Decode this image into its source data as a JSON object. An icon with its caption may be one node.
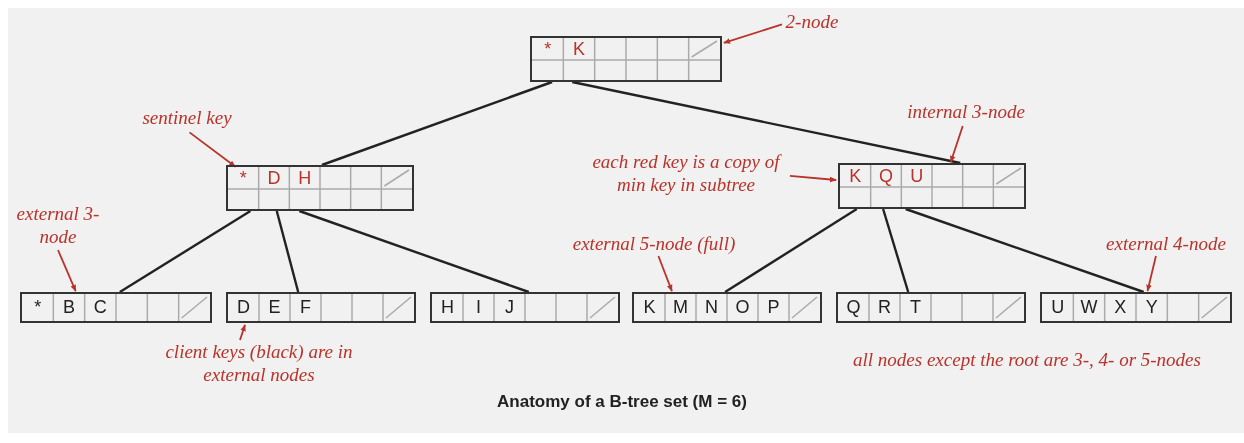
{
  "diagram": {
    "caption": "Anatomy of a B-tree set (M = 6)",
    "nodes": [
      {
        "text": [
          "*",
          "K"
        ]
      },
      {
        "text": [
          "*",
          "D",
          "H"
        ]
      },
      {
        "text": [
          "K",
          "Q",
          "U"
        ]
      },
      {
        "text": [
          "*",
          "B",
          "C"
        ]
      },
      {
        "text": [
          "D",
          "E",
          "F"
        ]
      },
      {
        "text": [
          "H",
          "I",
          "J"
        ]
      },
      {
        "text": [
          "K",
          "M",
          "N",
          "O",
          "P"
        ]
      },
      {
        "text": [
          "Q",
          "R",
          "T"
        ]
      },
      {
        "text": [
          "U",
          "W",
          "X",
          "Y"
        ]
      },
      {
        "text": [
          "2-node"
        ]
      },
      {
        "text": [
          "sentinel key"
        ]
      },
      {
        "text": [
          "internal 3-node"
        ]
      },
      {
        "text": [
          "each red key is a copy of min key in subtree"
        ]
      },
      {
        "text": [
          "external 3-node"
        ]
      },
      {
        "text": [
          "client keys (black) are in external nodes"
        ]
      },
      {
        "text": [
          "external 5-node (full)"
        ]
      },
      {
        "text": [
          "external 4-node"
        ]
      }
    ],
    "edges": [
      {
        "from": 0,
        "to": 1,
        "arrow": "none"
      },
      {
        "from": 0,
        "to": 2,
        "arrow": "none"
      },
      {
        "from": 1,
        "to": 3,
        "arrow": "none"
      },
      {
        "from": 1,
        "to": 4,
        "arrow": "none"
      },
      {
        "from": 1,
        "to": 5,
        "arrow": "none"
      },
      {
        "from": 2,
        "to": 6,
        "arrow": "none"
      },
      {
        "from": 2,
        "to": 7,
        "arrow": "none"
      },
      {
        "from": 2,
        "to": 8,
        "arrow": "none"
      },
      {
        "from": 9,
        "to": 0,
        "arrow": "to",
        "color": "#b8332a"
      },
      {
        "from": 10,
        "to": 1,
        "arrow": "to",
        "color": "#b8332a"
      },
      {
        "from": 11,
        "to": 2,
        "arrow": "to",
        "color": "#b8332a"
      },
      {
        "from": 12,
        "to": 2,
        "arrow": "to",
        "color": "#b8332a"
      },
      {
        "from": 13,
        "to": 3,
        "arrow": "to",
        "color": "#b8332a"
      },
      {
        "from": 14,
        "to": 4,
        "arrow": "to",
        "color": "#b8332a"
      },
      {
        "from": 15,
        "to": 6,
        "arrow": "to",
        "color": "#b8332a"
      },
      {
        "from": 16,
        "to": 8,
        "arrow": "to",
        "color": "#b8332a"
      }
    ],
    "labels": [
      "all nodes except the root are 3-, 4- or 5-nodes"
    ]
  }
}
